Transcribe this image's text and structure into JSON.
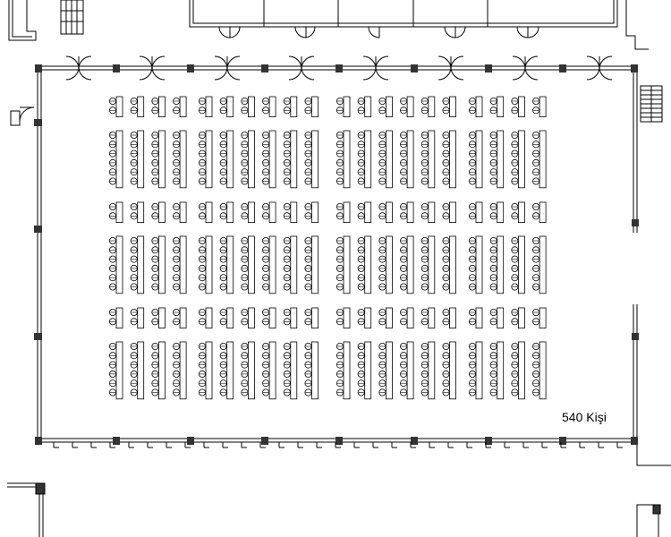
{
  "capacity_label": "540 Kişi",
  "seating": {
    "blocks": 4,
    "desk_columns_per_block": [
      4,
      6,
      6,
      4
    ],
    "band_rows": [
      2,
      6,
      2,
      6,
      2,
      6
    ]
  },
  "doors": {
    "top_count": 8,
    "left_count": 1
  },
  "colors": {
    "line": "#000000",
    "pillar": "#333333",
    "background": "#ffffff"
  }
}
